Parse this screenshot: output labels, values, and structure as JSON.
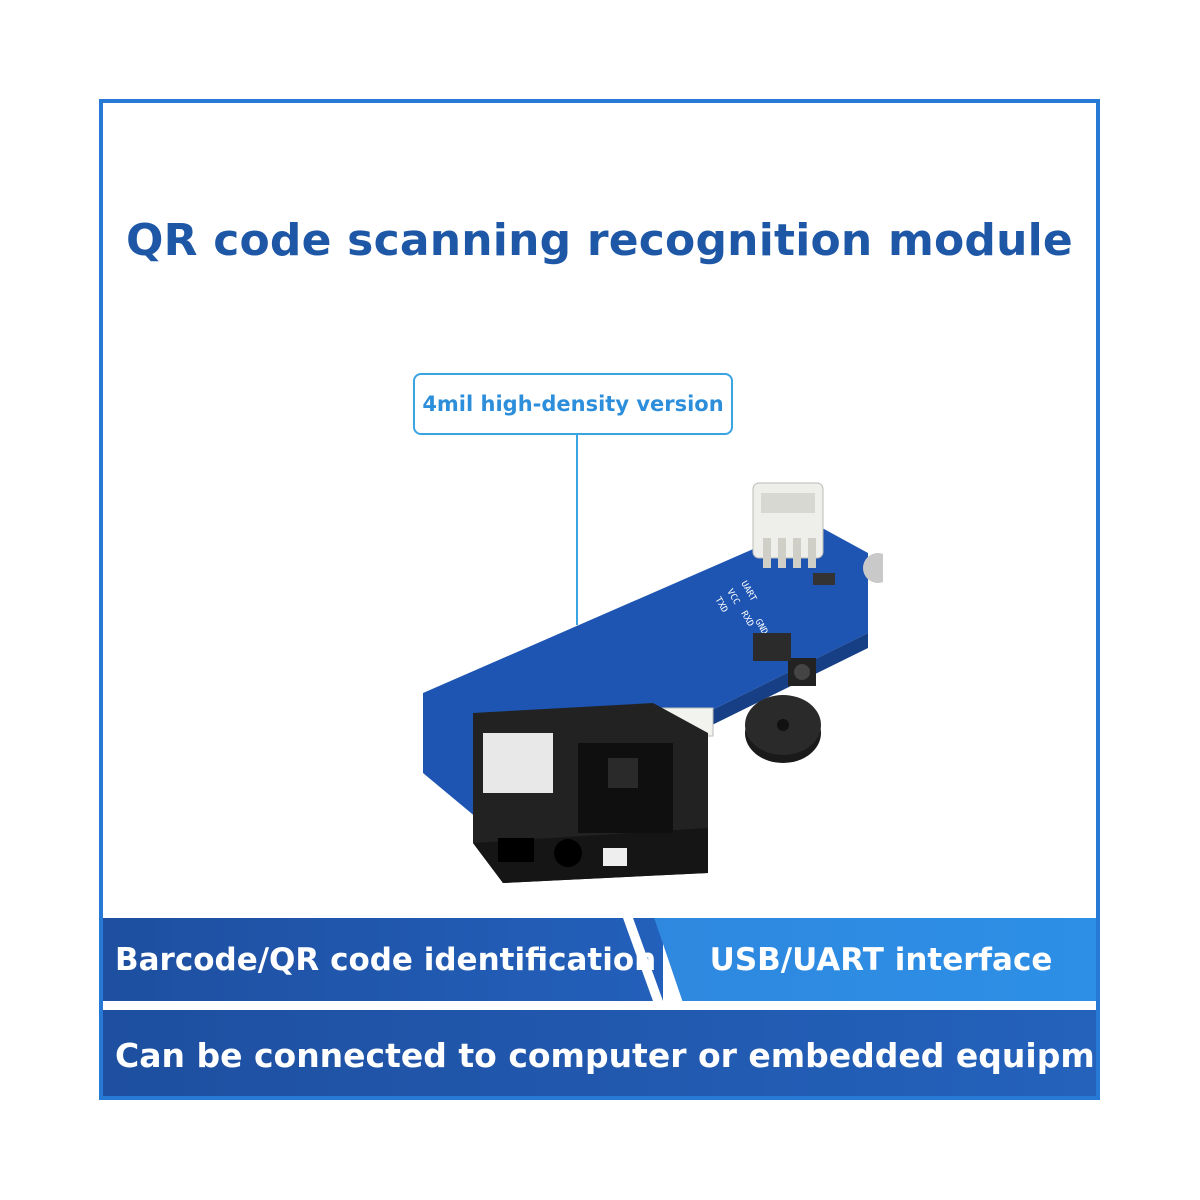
{
  "title": "QR code scanning recognition module",
  "callout": "4mil high-density version",
  "feature_left": "Barcode/QR code identification",
  "feature_right": "USB/UART interface",
  "bottom_banner": "Can be connected to computer or embedded equipment",
  "board_labels": {
    "uart": "UART",
    "vcc": "VCC",
    "txd": "TXD",
    "rxd": "RXD",
    "gnd": "GND"
  },
  "colors": {
    "title": "#1e57a6",
    "frame_border": "#2779d6",
    "band_dark": "#1e4fa0",
    "band_light": "#2e88de",
    "callout": "#3aa3e3",
    "pcb": "#1e55b3"
  }
}
